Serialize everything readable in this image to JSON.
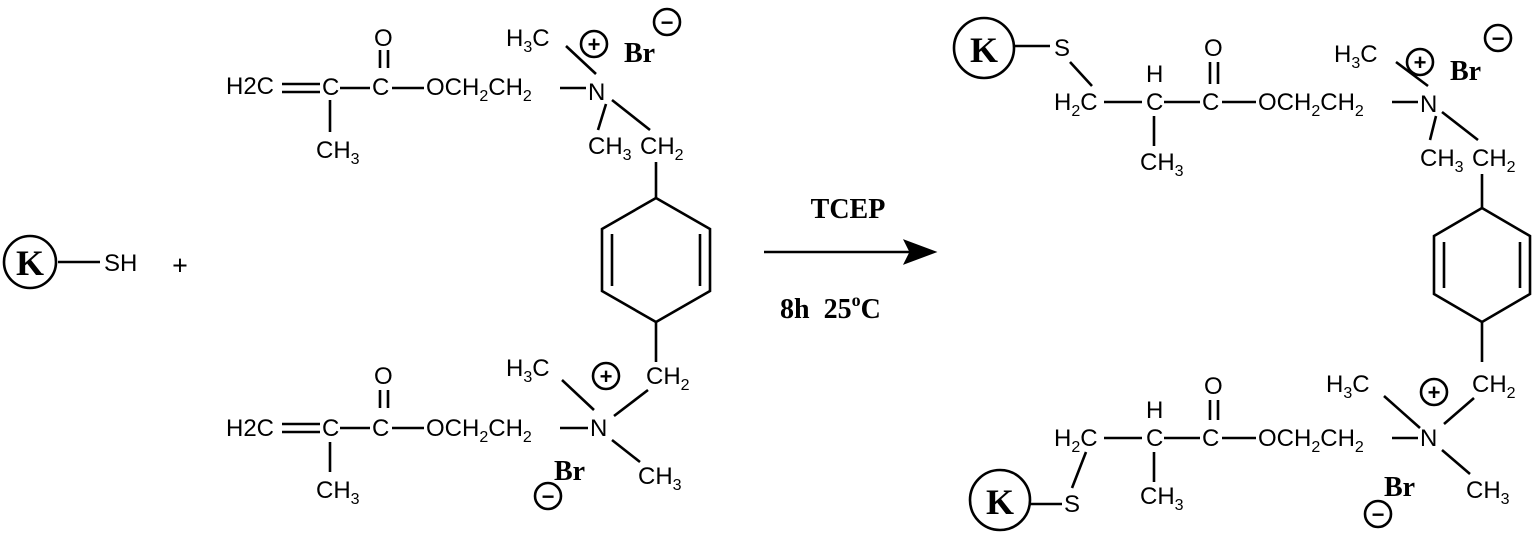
{
  "reactant_thiol": {
    "bead": "K",
    "group": "SH"
  },
  "plus": "+",
  "reagent": {
    "catalyst": "TCEP",
    "time": "8h",
    "temp_value": "25",
    "temp_sup": "o",
    "temp_unit": "C"
  },
  "monomer_top": {
    "vinyl": "H2C",
    "carbon_ester": "C",
    "carbonyl_o": "O",
    "methyl": "CH3",
    "linker": "OCH2CH2",
    "nitrogen": "N",
    "n_methyl_a": "H3C",
    "n_methyl_b": "CH3",
    "benzyl_ch2": "CH2",
    "counterion": "Br"
  },
  "monomer_bottom": {
    "vinyl": "H2C",
    "carbon_ester": "C",
    "carbonyl_o": "O",
    "methyl": "CH3",
    "linker": "OCH2CH2",
    "nitrogen": "N",
    "n_methyl_a": "H3C",
    "n_methyl_b": "CH3",
    "benzyl_ch2": "CH2",
    "counterion": "Br"
  },
  "product_top": {
    "bead": "K",
    "sulfur": "S",
    "methylene": "H2C",
    "methine": "H",
    "carbon": "C",
    "carbonyl_o": "O",
    "methyl": "CH3",
    "linker": "OCH2CH2",
    "nitrogen": "N",
    "n_methyl_a": "H3C",
    "n_methyl_b": "CH3",
    "benzyl_ch2": "CH2",
    "counterion": "Br"
  },
  "product_bottom": {
    "bead": "K",
    "sulfur": "S",
    "methylene": "H2C",
    "methine": "H",
    "carbon": "C",
    "carbonyl_o": "O",
    "methyl": "CH3",
    "linker": "OCH2CH2",
    "nitrogen": "N",
    "n_methyl_a": "H3C",
    "n_methyl_b": "CH3",
    "benzyl_ch2": "CH2",
    "counterion": "Br"
  },
  "charges": {
    "plus": "+",
    "minus": "−"
  }
}
